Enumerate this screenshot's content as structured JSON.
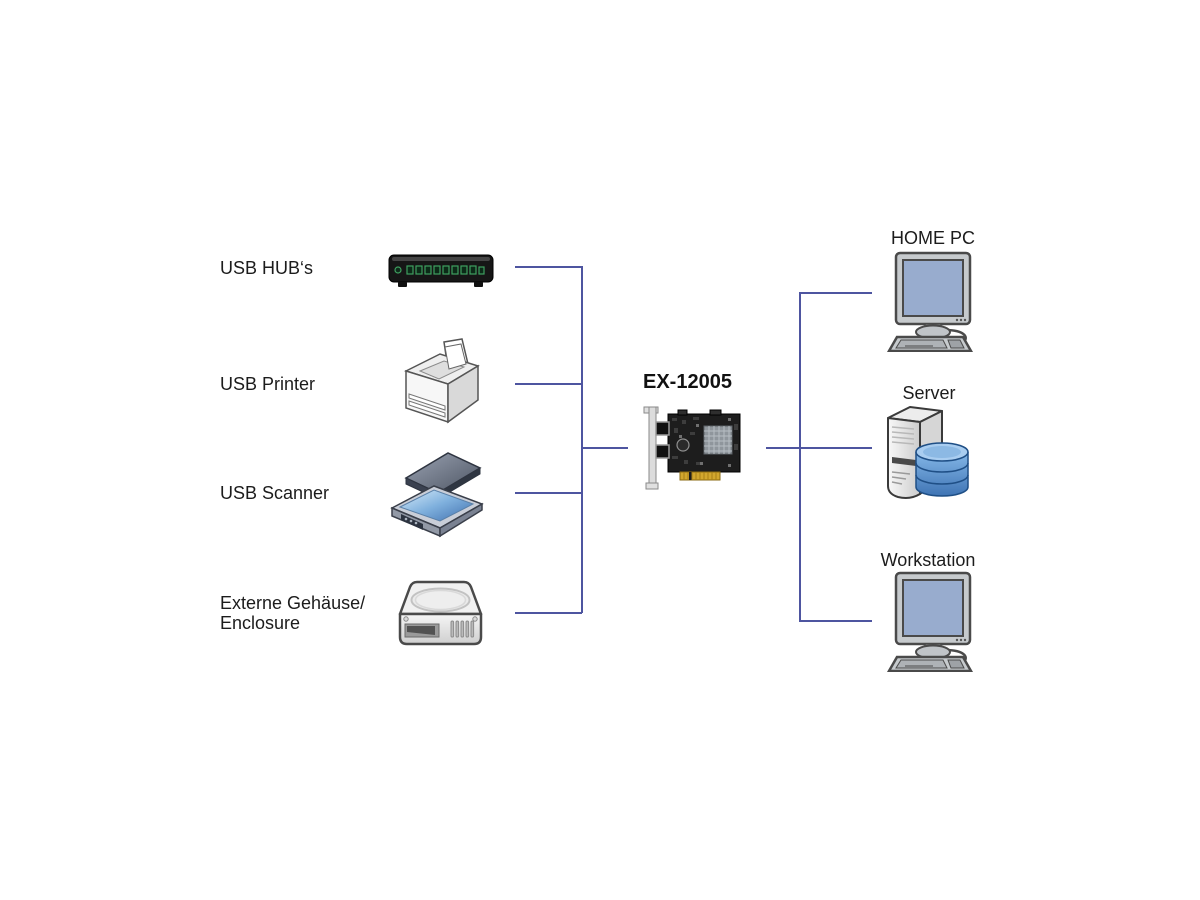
{
  "diagram": {
    "card": {
      "label": "EX-12005",
      "icon": "pcie-card-icon"
    },
    "devices": [
      {
        "label": "USB HUB‘s",
        "icon": "usb-hub-icon"
      },
      {
        "label": "USB Printer",
        "icon": "printer-icon"
      },
      {
        "label": "USB Scanner",
        "icon": "scanner-icon"
      },
      {
        "label": "Externe Gehäuse/",
        "label2": "Enclosure",
        "icon": "external-enclosure-icon"
      }
    ],
    "hosts": [
      {
        "label": "HOME PC",
        "icon": "desktop-pc-icon"
      },
      {
        "label": "Server",
        "icon": "server-database-icon"
      },
      {
        "label": "Workstation",
        "icon": "desktop-pc-icon"
      }
    ],
    "colors": {
      "connector_line": "#4E55A0",
      "screen_blue": "#98ACCE",
      "database_blue": "#4D86C6",
      "hub_led_green": "#3FA060",
      "pcb_black": "#1D1D1D",
      "gold_connector": "#D2A72E",
      "background": "#FFFFFF"
    }
  }
}
